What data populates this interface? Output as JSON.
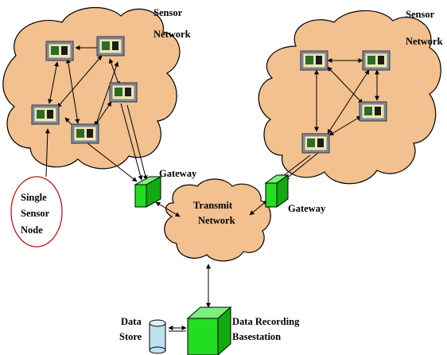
{
  "labels": {
    "sensor_network_left_1": "Sensor",
    "sensor_network_left_2": "Network",
    "sensor_network_right_1": "Sensor",
    "sensor_network_right_2": "Network",
    "gateway_left": "Gateway",
    "gateway_right": "Gateway",
    "single_sensor_1": "Single",
    "single_sensor_2": "Sensor",
    "single_sensor_3": "Node",
    "transmit_1": "Transmit",
    "transmit_2": "Network",
    "data_store_1": "Data",
    "data_store_2": "Store",
    "basestation_1": "Data Recording",
    "basestation_2": "Basestation"
  },
  "colors": {
    "cloud": "#f3c08f",
    "gateway": "#22dd22",
    "highlight_circle": "#c0121b",
    "data_store": "#bfe0ef"
  }
}
